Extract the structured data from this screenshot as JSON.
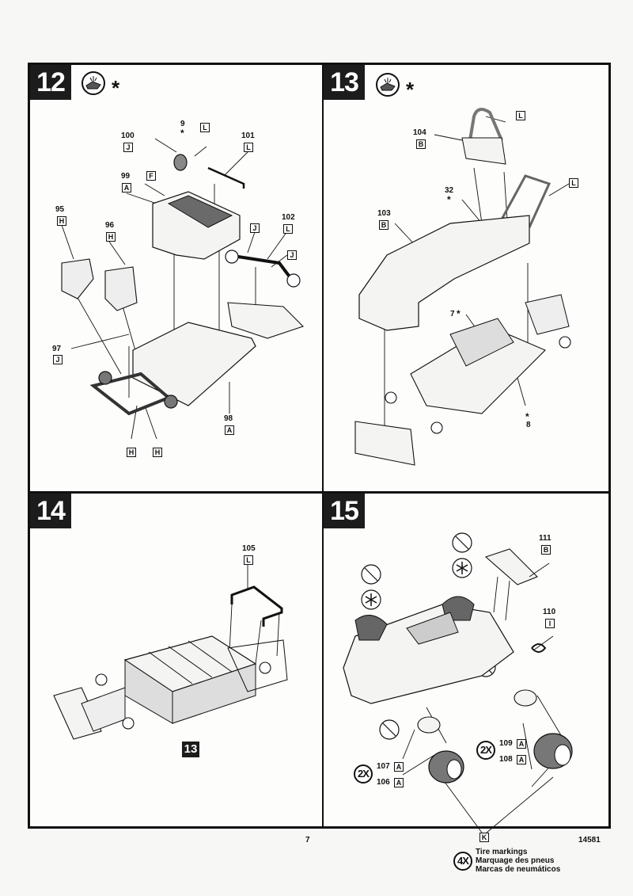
{
  "page": {
    "page_number": "7",
    "kit_number": "14581"
  },
  "steps": [
    {
      "number": "12",
      "icons": [
        "glue-icon",
        "asterisk-icon"
      ],
      "asterisk": "*",
      "callouts": [
        {
          "part": "100",
          "sprue": "J"
        },
        {
          "part": "9",
          "sprue": "L",
          "mark": "*"
        },
        {
          "part": "101",
          "sprue": "L"
        },
        {
          "part": "99",
          "sprue": "A"
        },
        {
          "part": "",
          "sprue": "F"
        },
        {
          "part": "95",
          "sprue": "H"
        },
        {
          "part": "96",
          "sprue": "H"
        },
        {
          "part": "102",
          "sprue": "L"
        },
        {
          "part": "",
          "sprue": "J"
        },
        {
          "part": "",
          "sprue": "J"
        },
        {
          "part": "97",
          "sprue": "J"
        },
        {
          "part": "98",
          "sprue": "A"
        },
        {
          "part": "",
          "sprue": "H"
        },
        {
          "part": "",
          "sprue": "H"
        }
      ]
    },
    {
      "number": "13",
      "icons": [
        "glue-icon",
        "asterisk-icon"
      ],
      "asterisk": "*",
      "callouts": [
        {
          "part": "104",
          "sprue": "B"
        },
        {
          "part": "",
          "sprue": "L"
        },
        {
          "part": "32",
          "sprue": "",
          "mark": "*"
        },
        {
          "part": "",
          "sprue": "L"
        },
        {
          "part": "103",
          "sprue": "B"
        },
        {
          "part": "7",
          "sprue": "",
          "mark": "*"
        },
        {
          "part": "8",
          "sprue": "",
          "mark": "*"
        }
      ]
    },
    {
      "number": "14",
      "reference_step": "13",
      "callouts": [
        {
          "part": "105",
          "sprue": "L"
        }
      ]
    },
    {
      "number": "15",
      "callouts": [
        {
          "part": "111",
          "sprue": "B"
        },
        {
          "part": "110",
          "sprue": "I"
        },
        {
          "part": "107",
          "sprue": "A"
        },
        {
          "part": "106",
          "sprue": "A"
        },
        {
          "part": "109",
          "sprue": "A"
        },
        {
          "part": "108",
          "sprue": "A"
        },
        {
          "part": "",
          "sprue": "K"
        }
      ],
      "multipliers": [
        "2X",
        "2X",
        "4X"
      ],
      "tire_markings": {
        "en": "Tire markings",
        "fr": "Marquage des pneus",
        "es": "Marcas de neumáticos"
      }
    }
  ]
}
